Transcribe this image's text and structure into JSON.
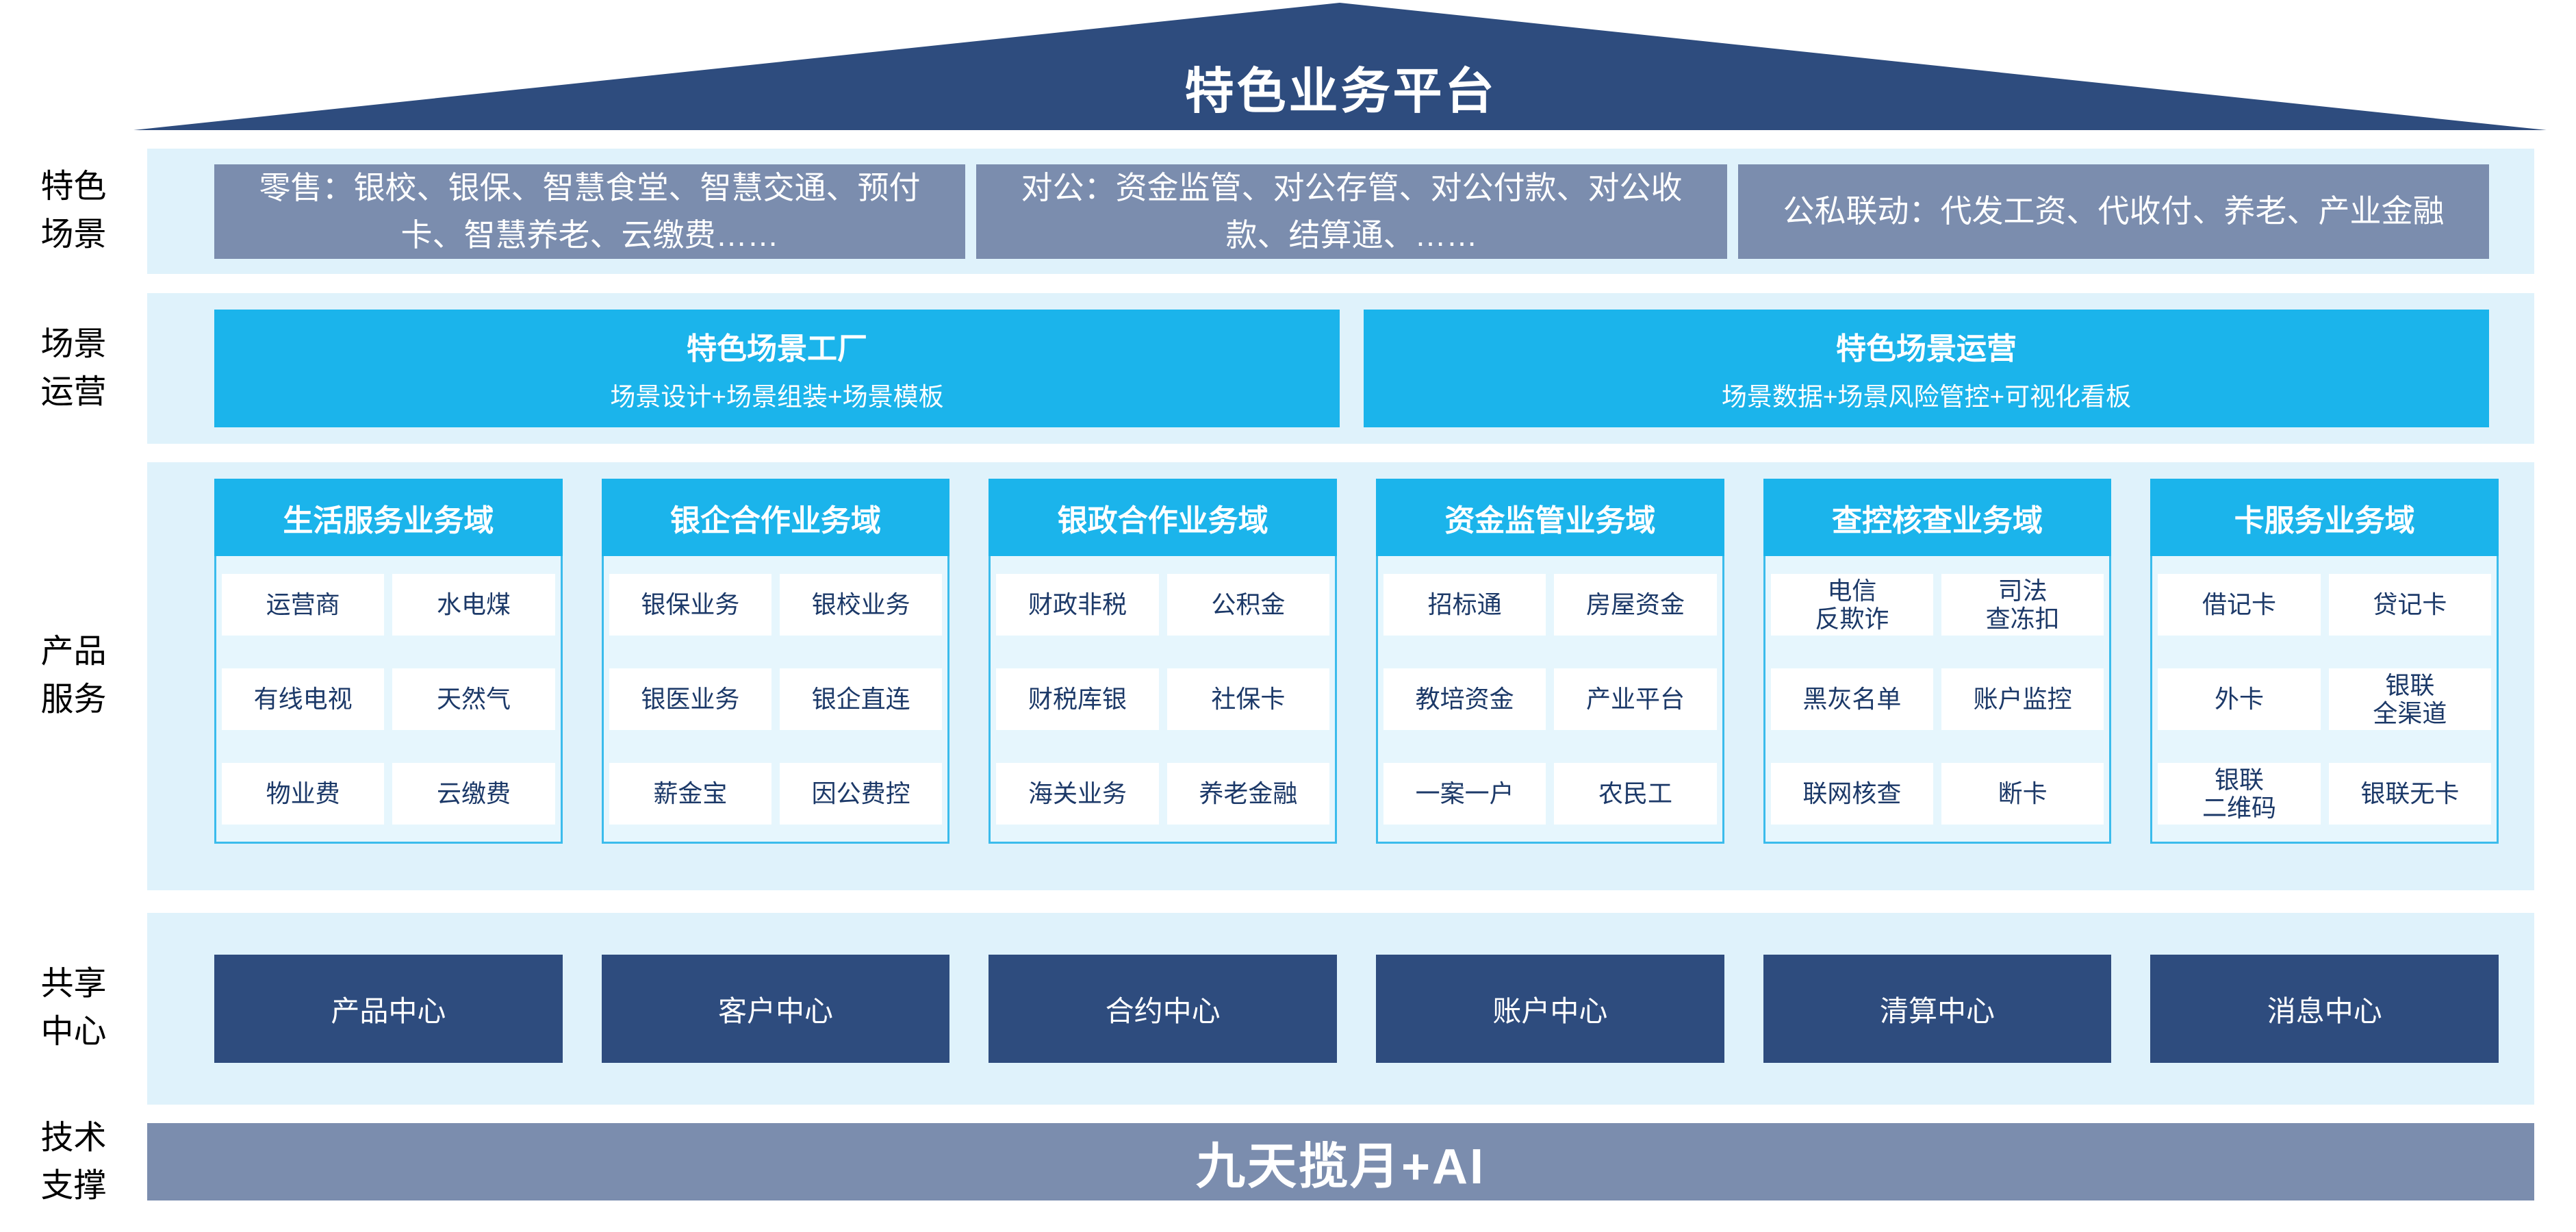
{
  "colors": {
    "navy": "#2E4C7E",
    "slate": "#7B8DAE",
    "cyan": "#1BB4EB",
    "band_light_blue": "#DFF2FB",
    "panel_bg": "#E6F6FD",
    "panel_border": "#3BBCEC",
    "cell_text": "#1C3968",
    "white": "#FFFFFF"
  },
  "roof": {
    "title": "特色业务平台"
  },
  "rows": {
    "scenes": {
      "label": "特色\n场景",
      "boxes": [
        "零售：银校、银保、智慧食堂、智慧交通、预付卡、智慧养老、云缴费……",
        "对公：资金监管、对公存管、对公付款、对公收款、结算通、……",
        "公私联动：代发工资、代收付、养老、产业金融"
      ]
    },
    "operation": {
      "label": "场景\n运营",
      "boxes": [
        {
          "title": "特色场景工厂",
          "subtitle": "场景设计+场景组装+场景模板"
        },
        {
          "title": "特色场景运营",
          "subtitle": "场景数据+场景风险管控+可视化看板"
        }
      ]
    },
    "products": {
      "label": "产品\n服务",
      "domains": [
        {
          "title": "生活服务业务域",
          "items": [
            "运营商",
            "水电煤",
            "有线电视",
            "天然气",
            "物业费",
            "云缴费"
          ]
        },
        {
          "title": "银企合作业务域",
          "items": [
            "银保业务",
            "银校业务",
            "银医业务",
            "银企直连",
            "薪金宝",
            "因公费控"
          ]
        },
        {
          "title": "银政合作业务域",
          "items": [
            "财政非税",
            "公积金",
            "财税库银",
            "社保卡",
            "海关业务",
            "养老金融"
          ]
        },
        {
          "title": "资金监管业务域",
          "items": [
            "招标通",
            "房屋资金",
            "教培资金",
            "产业平台",
            "一案一户",
            "农民工"
          ]
        },
        {
          "title": "查控核查业务域",
          "items": [
            "电信\n反欺诈",
            "司法\n查冻扣",
            "黑灰名单",
            "账户监控",
            "联网核查",
            "断卡"
          ]
        },
        {
          "title": "卡服务业务域",
          "items": [
            "借记卡",
            "贷记卡",
            "外卡",
            "银联\n全渠道",
            "银联\n二维码",
            "银联无卡"
          ]
        }
      ]
    },
    "shared": {
      "label": "共享\n中心",
      "centers": [
        "产品中心",
        "客户中心",
        "合约中心",
        "账户中心",
        "清算中心",
        "消息中心"
      ]
    },
    "tech": {
      "label": "技术\n支撑",
      "bar": "九天揽月+AI"
    }
  }
}
